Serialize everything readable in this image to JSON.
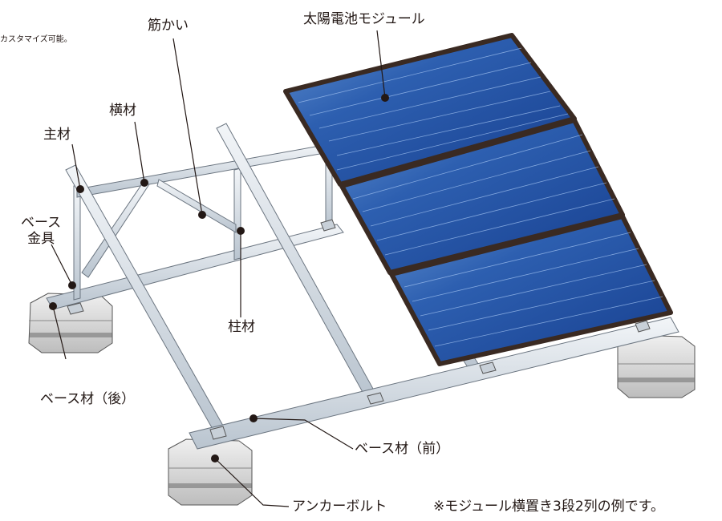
{
  "caption_top": "カスタマイズ可能。",
  "labels": {
    "brace": "筋かい",
    "solar_module": "太陽電池モジュール",
    "crossbar": "横材",
    "main_member": "主材",
    "base_fitting": "ベース\n金具",
    "column": "柱材",
    "base_rear": "ベース材（後）",
    "base_front": "ベース材（前）",
    "anchor_bolt": "アンカーボルト"
  },
  "note": "※モジュール横置き3段2列の例です。",
  "colors": {
    "panel_blue": "#1f4fa0",
    "panel_frame": "#3a2a22",
    "frame_steel": "#d6dde6",
    "concrete": "#e6e6e6",
    "text": "#231815"
  }
}
